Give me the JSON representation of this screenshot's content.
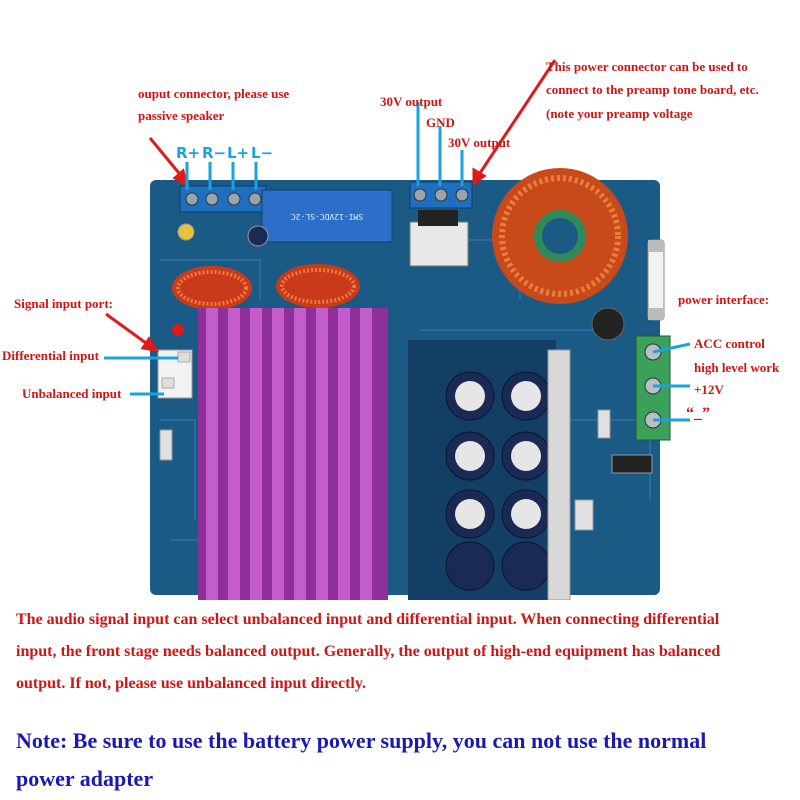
{
  "labels": {
    "output_connector_line1": "ouput connector, please use",
    "output_connector_line2": "passive speaker",
    "out_30v_left": "30V output",
    "gnd": "GND",
    "out_30v_right": "30V output",
    "preamp_line1": "This power connector can be used to",
    "preamp_line2": "connect to the preamp tone board, etc.",
    "preamp_line3": "(note your preamp voltage",
    "signal_input_port": "Signal input port:",
    "differential_input": "Differential input",
    "unbalanced_input": "Unbalanced input",
    "power_interface": "power interface:",
    "acc_line1": "ACC control",
    "acc_line2": "high level work",
    "plus12v": "+12V",
    "minus": "“_”"
  },
  "pins": [
    "R+",
    "R−",
    "L+",
    "L−"
  ],
  "board_marks": {
    "relay": "SMI-12VDC-SL-2C"
  },
  "paragraph": {
    "line1": "The audio signal input can select unbalanced input and differential input. When connecting differential",
    "line2": "input, the front stage needs balanced output. Generally, the output of high-end equipment has balanced",
    "line3": "output. If not, please use unbalanced input directly."
  },
  "note": {
    "line1": "Note: Be sure to use the battery power supply, you can not use the normal",
    "line2": "power adapter"
  },
  "colors": {
    "label_red": "#d21414",
    "pin_blue": "#1aa3e0",
    "note_blue": "#1a1ab3",
    "pcb": "#1c5a86",
    "heatsink": "#b23fb8"
  }
}
